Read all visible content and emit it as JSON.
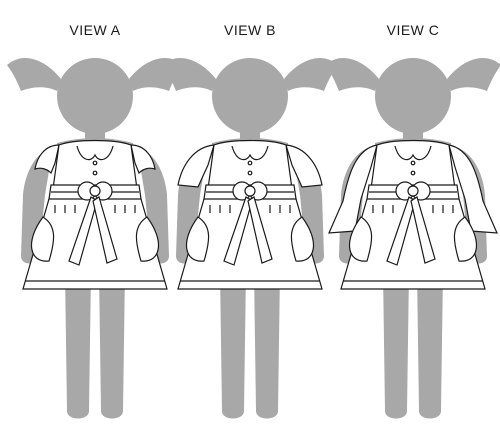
{
  "views": [
    {
      "label": "VIEW A",
      "sleeve": "flutter"
    },
    {
      "label": "VIEW B",
      "sleeve": "short-puff"
    },
    {
      "label": "VIEW C",
      "sleeve": "long-flared"
    }
  ],
  "colors": {
    "silhouette": "#a8a8a8",
    "outline": "#1a1a1a",
    "dress_fill": "#ffffff",
    "background": "#ffffff"
  }
}
